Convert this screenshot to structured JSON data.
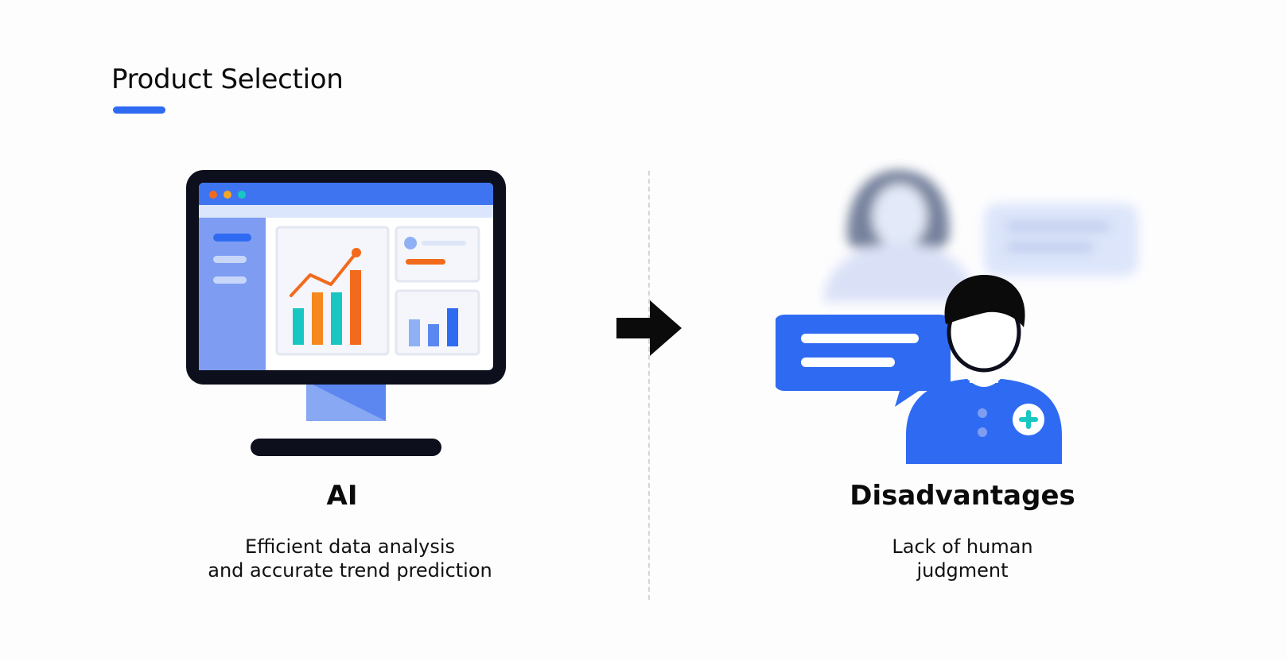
{
  "header": {
    "title": "Product Selection"
  },
  "left": {
    "heading": "AI",
    "description": [
      "Efficient data analysis",
      "and accurate trend prediction"
    ]
  },
  "right": {
    "heading": "Disadvantages",
    "description": [
      "Lack of human",
      "judgment"
    ]
  },
  "colors": {
    "accent": "#2f6bf2",
    "orange": "#f26a1b",
    "teal": "#18c6c2",
    "dark": "#0d0f1c"
  },
  "icons": [
    "monitor-icon",
    "chart-icon",
    "arrow-right-icon",
    "person-icon",
    "speech-bubble-icon",
    "plus-icon"
  ]
}
